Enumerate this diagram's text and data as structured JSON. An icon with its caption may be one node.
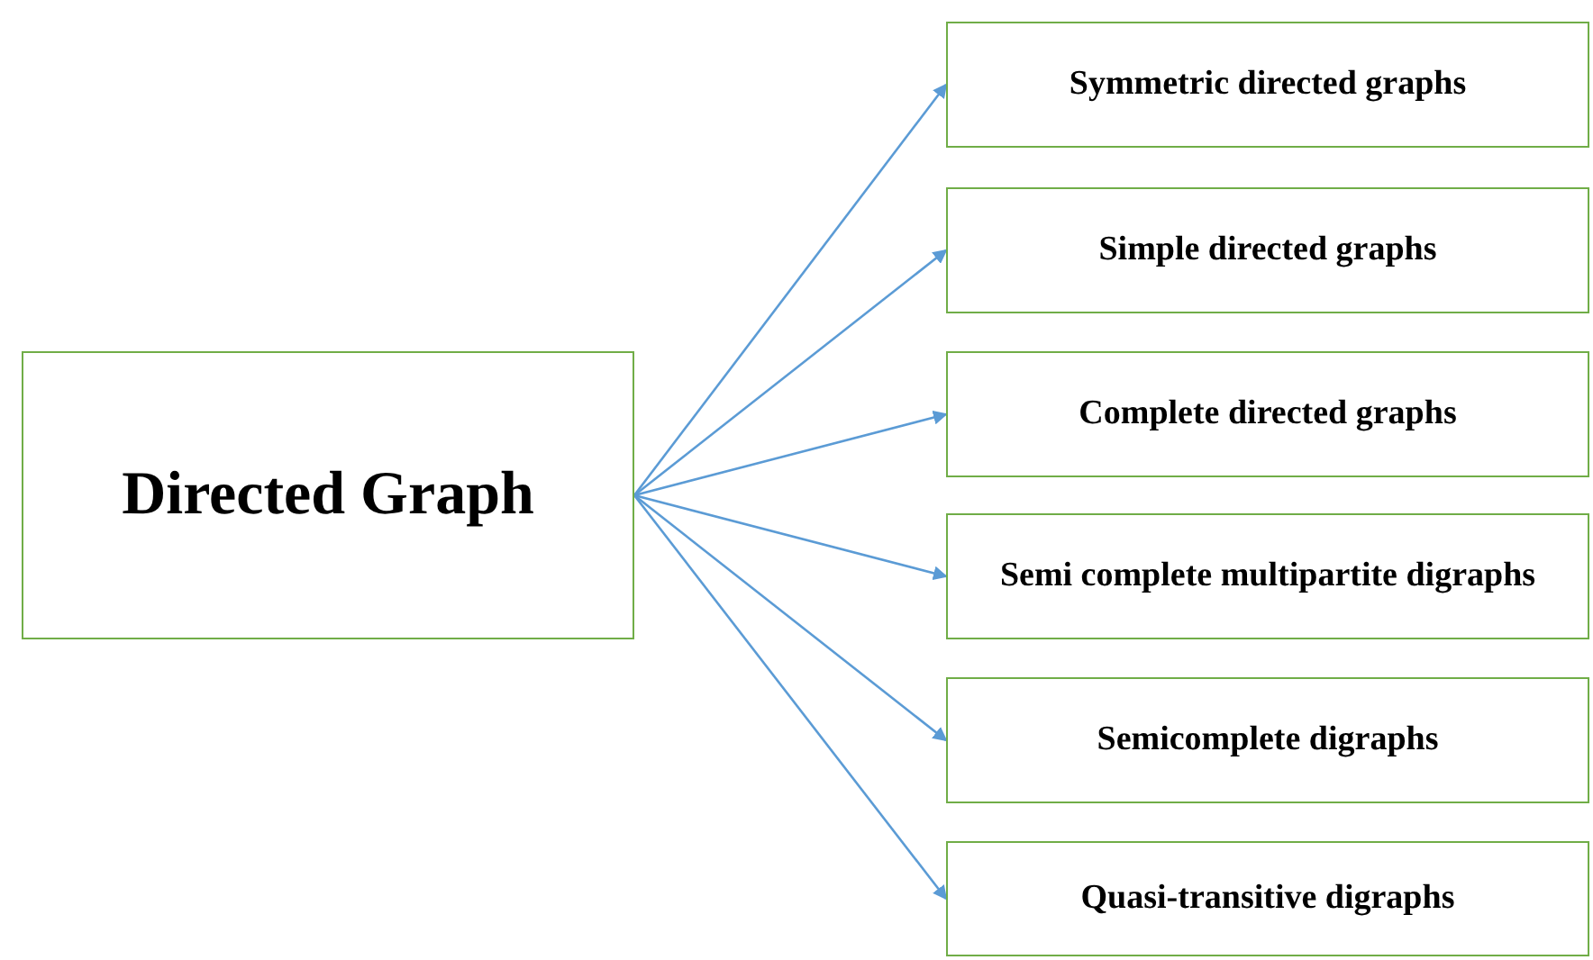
{
  "diagram": {
    "nodes": [
      {
        "text": [
          "Directed Graph"
        ]
      },
      {
        "text": [
          "Symmetric directed graphs"
        ]
      },
      {
        "text": [
          "Simple directed graphs"
        ]
      },
      {
        "text": [
          "Complete directed graphs"
        ]
      },
      {
        "text": [
          "Semi complete multipartite digraphs"
        ]
      },
      {
        "text": [
          "Semicomplete digraphs"
        ]
      },
      {
        "text": [
          "Quasi-transitive digraphs"
        ]
      }
    ],
    "edges": [
      {
        "from": 0,
        "to": 1,
        "arrow": "to"
      },
      {
        "from": 0,
        "to": 2,
        "arrow": "to"
      },
      {
        "from": 0,
        "to": 3,
        "arrow": "to"
      },
      {
        "from": 0,
        "to": 4,
        "arrow": "to"
      },
      {
        "from": 0,
        "to": 5,
        "arrow": "to"
      },
      {
        "from": 0,
        "to": 6,
        "arrow": "to"
      }
    ]
  }
}
